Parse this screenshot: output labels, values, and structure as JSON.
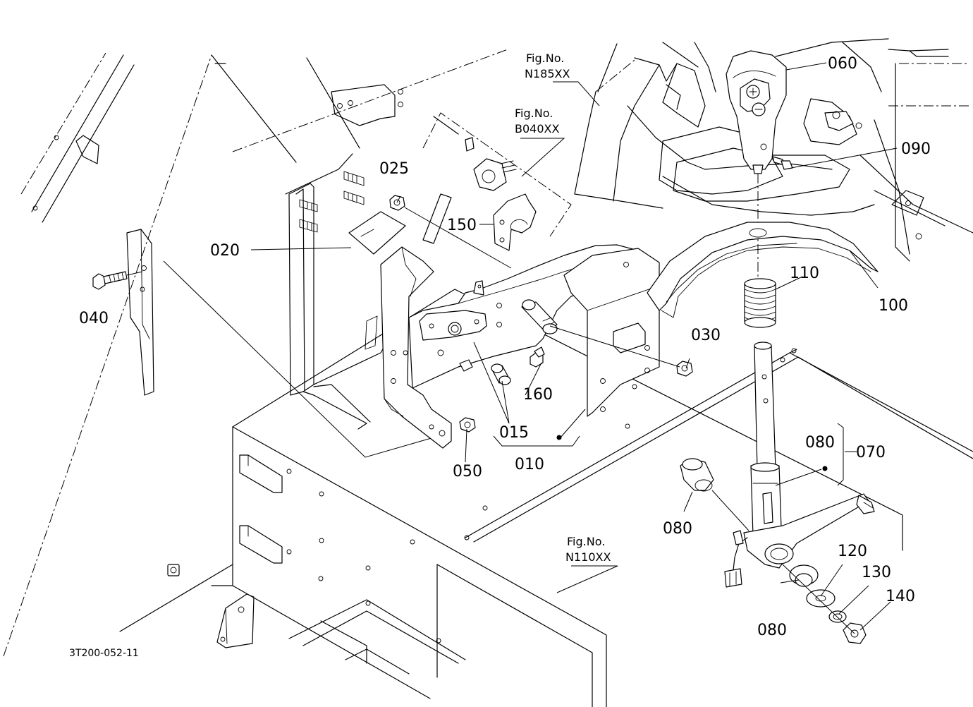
{
  "drawing_code": "3T200-052-11",
  "figure_refs": [
    {
      "id": "n185",
      "line1": "Fig.No.",
      "line2": "N185XX"
    },
    {
      "id": "b040",
      "line1": "Fig.No.",
      "line2": "B040XX"
    },
    {
      "id": "n110",
      "line1": "Fig.No.",
      "line2": "N110XX"
    }
  ],
  "part_labels": [
    "010",
    "015",
    "020",
    "025",
    "030",
    "040",
    "050",
    "060",
    "070",
    "080",
    "080",
    "080",
    "090",
    "100",
    "110",
    "120",
    "130",
    "140",
    "150",
    "160"
  ]
}
